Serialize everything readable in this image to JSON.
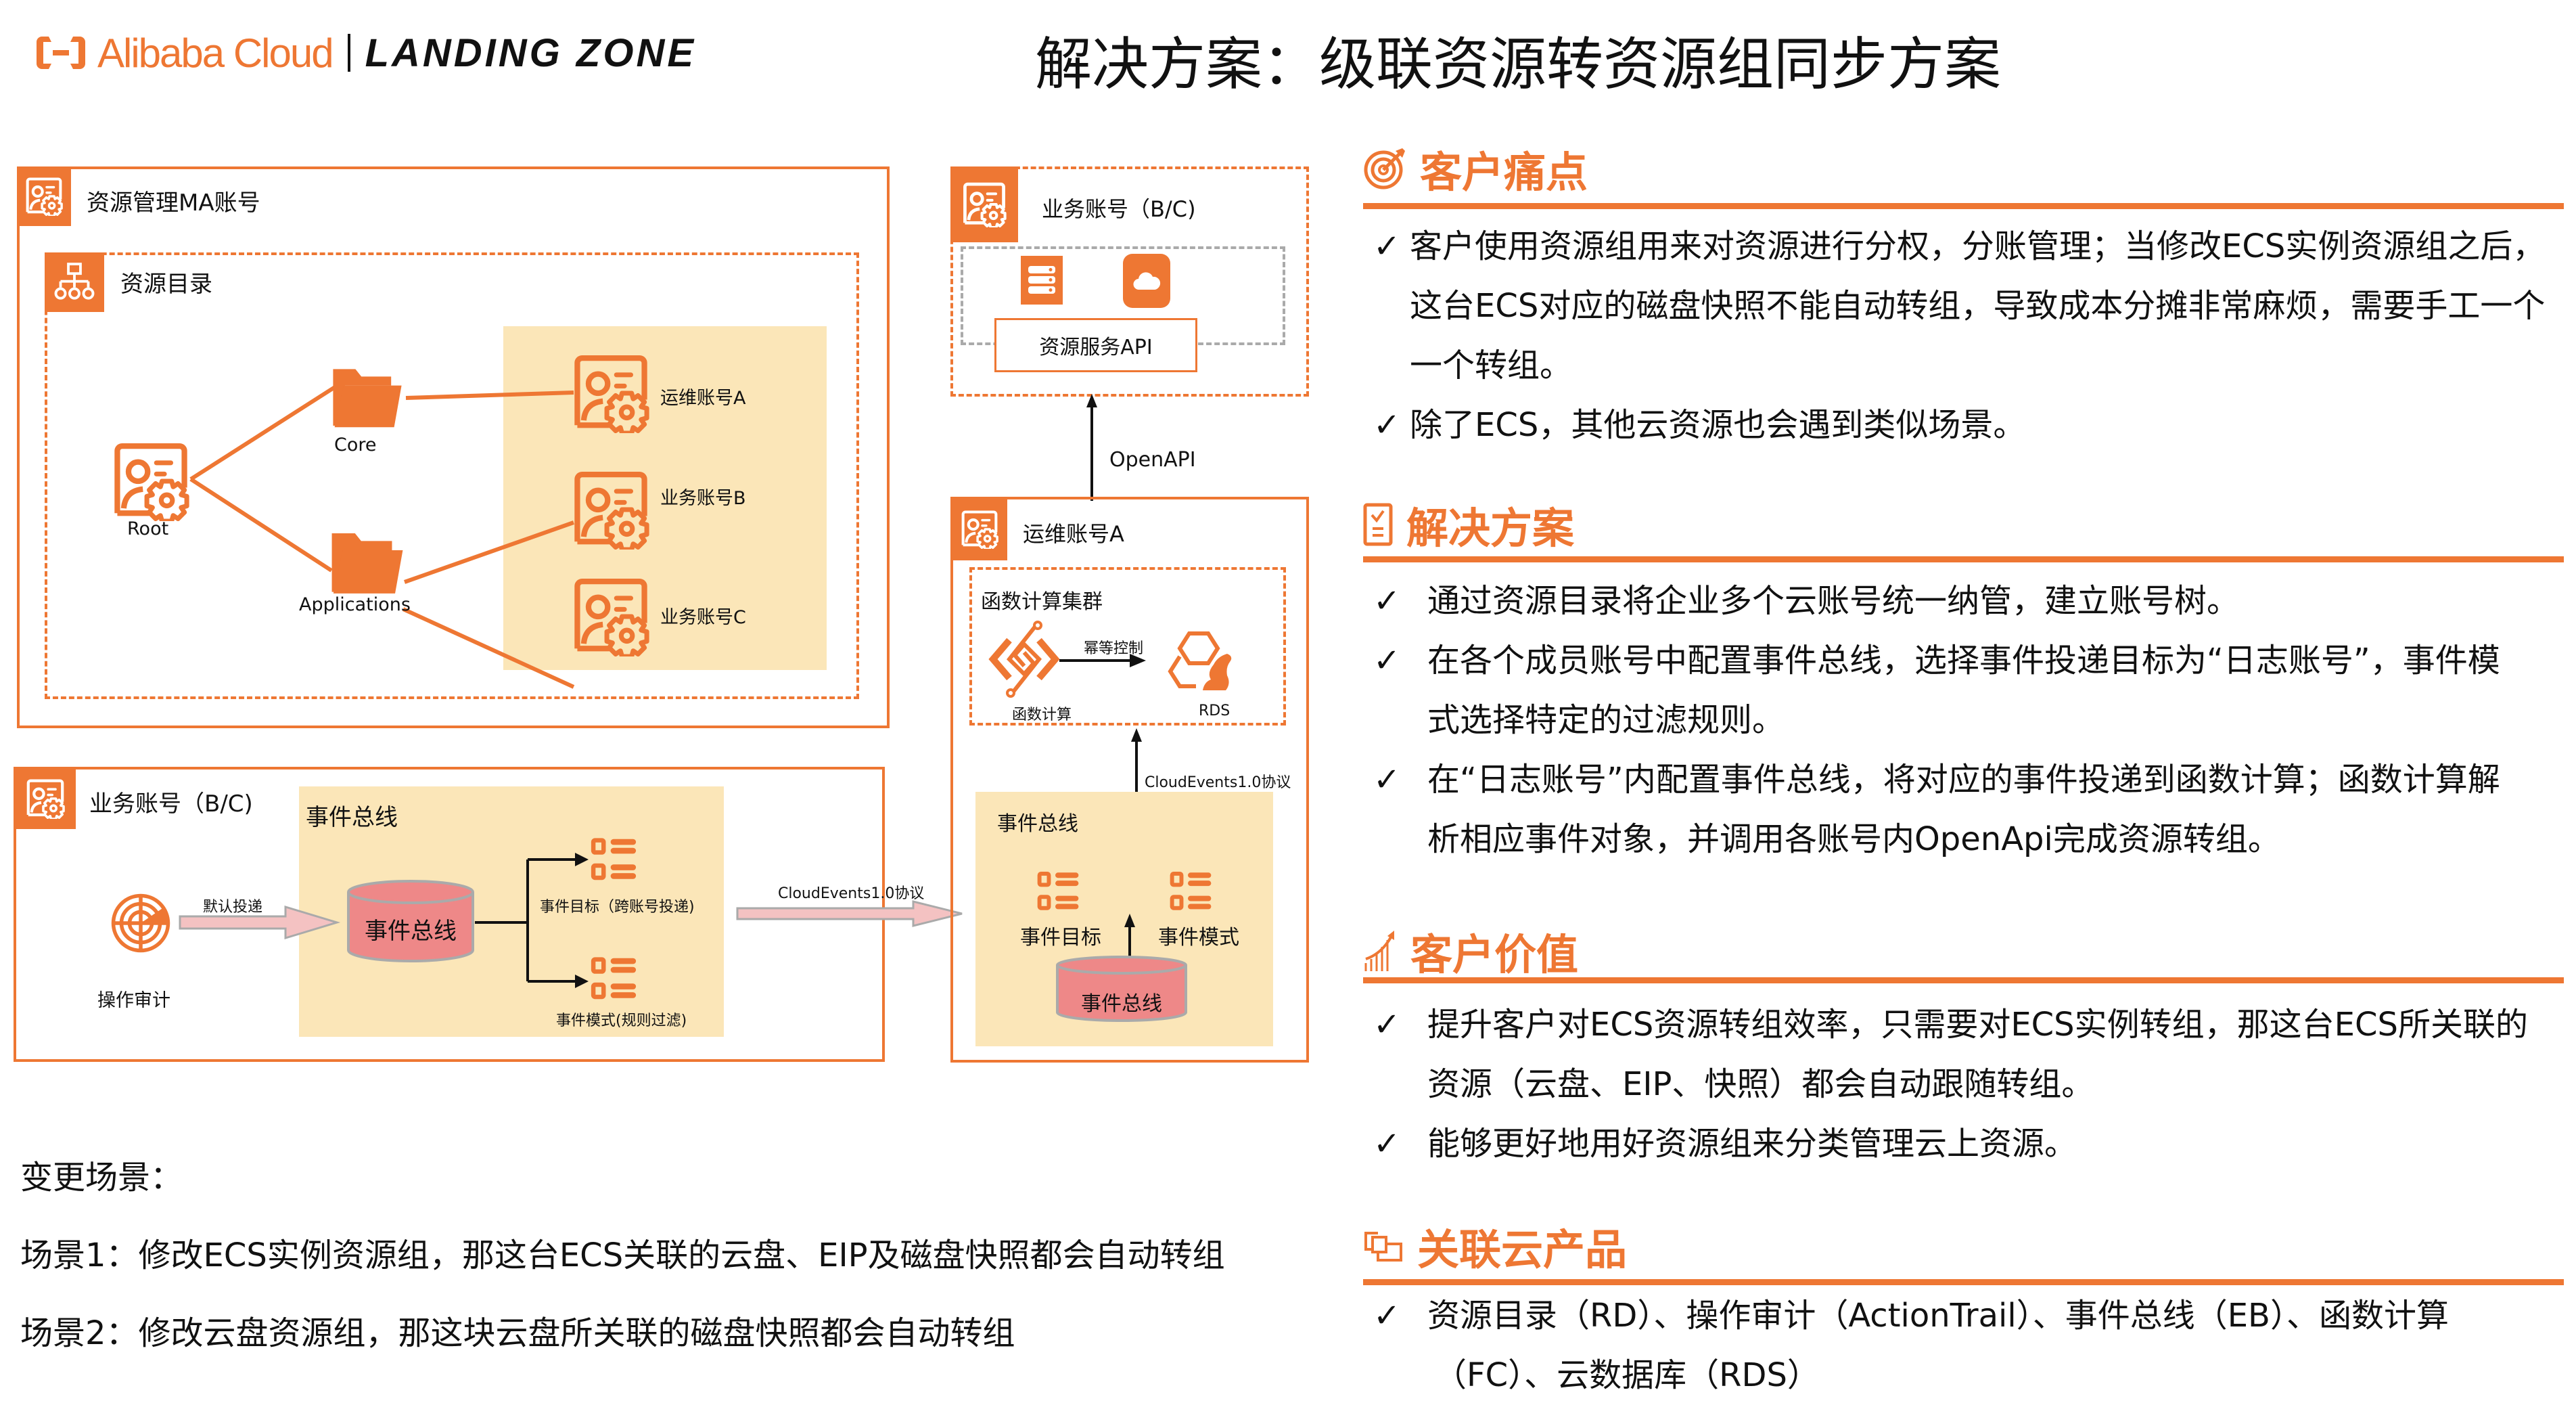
{
  "header": {
    "brand": "Alibaba Cloud",
    "product": "LANDING ZONE",
    "title": "解决方案：级联资源转资源组同步方案"
  },
  "colors": {
    "accent": "#ee7733",
    "panel_yellow": "#fbe6b8",
    "cylinder": "#ee8888",
    "arrow_pink": "#f4c2c2"
  },
  "diagram": {
    "ma_account": {
      "label": "资源管理MA账号",
      "directory": {
        "label": "资源目录",
        "root": "Root",
        "folders": [
          "Core",
          "Applications"
        ],
        "accounts": [
          "运维账号A",
          "业务账号B",
          "业务账号C"
        ]
      }
    },
    "biz_account_left": {
      "label": "业务账号（B/C)",
      "actiontrail": "操作审计",
      "default_delivery": "默认投递",
      "eventbus_panel": "事件总线",
      "eventbus": "事件总线",
      "target": "事件目标（跨账号投递)",
      "pattern": "事件模式(规则过滤)"
    },
    "cloudevents_left": "CloudEvents1.0协议",
    "biz_account_right": {
      "label": "业务账号（B/C)",
      "api": "资源服务API"
    },
    "openapi": "OpenAPI",
    "ops_account": {
      "label": "运维账号A",
      "fc_cluster": "函数计算集群",
      "fc": "函数计算",
      "idempotent": "幂等控制",
      "rds": "RDS",
      "cloudevents": "CloudEvents1.0协议",
      "eventbus_panel": "事件总线",
      "target": "事件目标",
      "pattern": "事件模式",
      "eventbus": "事件总线"
    }
  },
  "scenarios": {
    "title": "变更场景：",
    "items": [
      "场景1：修改ECS实例资源组，那这台ECS关联的云盘、EIP及磁盘快照都会自动转组",
      "场景2：修改云盘资源组，那这块云盘所关联的磁盘快照都会自动转组"
    ]
  },
  "panel": {
    "pain": {
      "icon": "target-icon",
      "title": "客户痛点",
      "bullets": [
        [
          "客户使用资源组用来对资源进行分权，分账管理；当修改ECS实例资源组之后，",
          "这台ECS对应的磁盘快照不能自动转组，导致成本分摊非常麻烦，需要手工一个",
          "一个转组。"
        ],
        [
          "除了ECS，其他云资源也会遇到类似场景。"
        ]
      ]
    },
    "solution": {
      "icon": "checklist-icon",
      "title": "解决方案",
      "bullets": [
        [
          "通过资源目录将企业多个云账号统一纳管，建立账号树。"
        ],
        [
          "在各个成员账号中配置事件总线，选择事件投递目标为“日志账号”，事件模",
          "式选择特定的过滤规则。"
        ],
        [
          "在“日志账号”内配置事件总线，将对应的事件投递到函数计算；函数计算解",
          "析相应事件对象，并调用各账号内OpenApi完成资源转组。"
        ]
      ]
    },
    "value": {
      "icon": "growth-chart-icon",
      "title": "客户价值",
      "bullets": [
        [
          "提升客户对ECS资源转组效率，只需要对ECS实例转组，那这台ECS所关联的",
          "资源（云盘、EIP、快照）都会自动跟随转组。"
        ],
        [
          "能够更好地用好资源组来分类管理云上资源。"
        ]
      ]
    },
    "products": {
      "icon": "linked-squares-icon",
      "title": "关联云产品",
      "bullets": [
        [
          "资源目录（RD）、操作审计（ActionTrail）、事件总线（EB）、函数计算",
          "（FC）、云数据库（RDS）"
        ]
      ]
    },
    "check_glyph": "✓"
  }
}
